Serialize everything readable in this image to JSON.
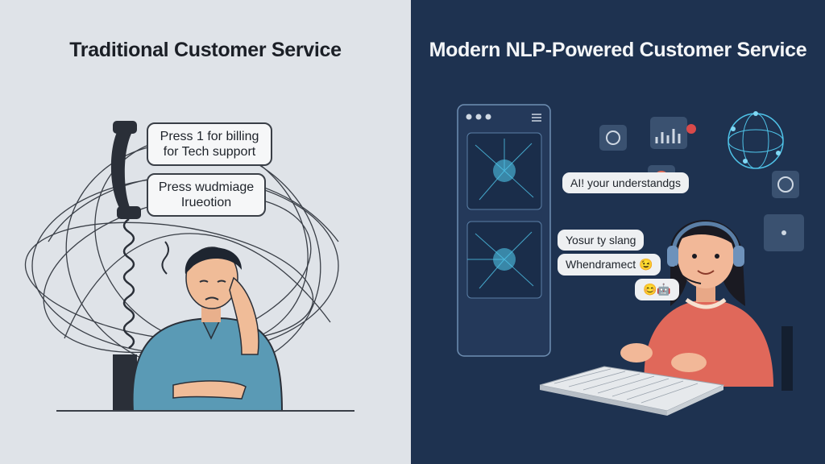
{
  "left": {
    "title": "Traditional Customer Service",
    "bubbles": [
      {
        "line1": "Press 1 for billing",
        "line2": "for Tech support"
      },
      {
        "line1": "Press wudmiage",
        "line2": "Irueotion"
      }
    ]
  },
  "right": {
    "title": "Modern NLP-Powered Customer Service",
    "bubbles": [
      {
        "text": "AI! your understandgs"
      },
      {
        "text": "Yosur ty slang"
      },
      {
        "text": "Whendramect",
        "emoji": "😉"
      },
      {
        "text": "",
        "emoji": "😊🤖"
      }
    ]
  },
  "colors": {
    "left_bg": "#dfe3e8",
    "right_bg": "#1e3250",
    "accent_cyan": "#4fc3e8",
    "man_shirt": "#5a9ab5",
    "woman_shirt": "#e0685a"
  }
}
